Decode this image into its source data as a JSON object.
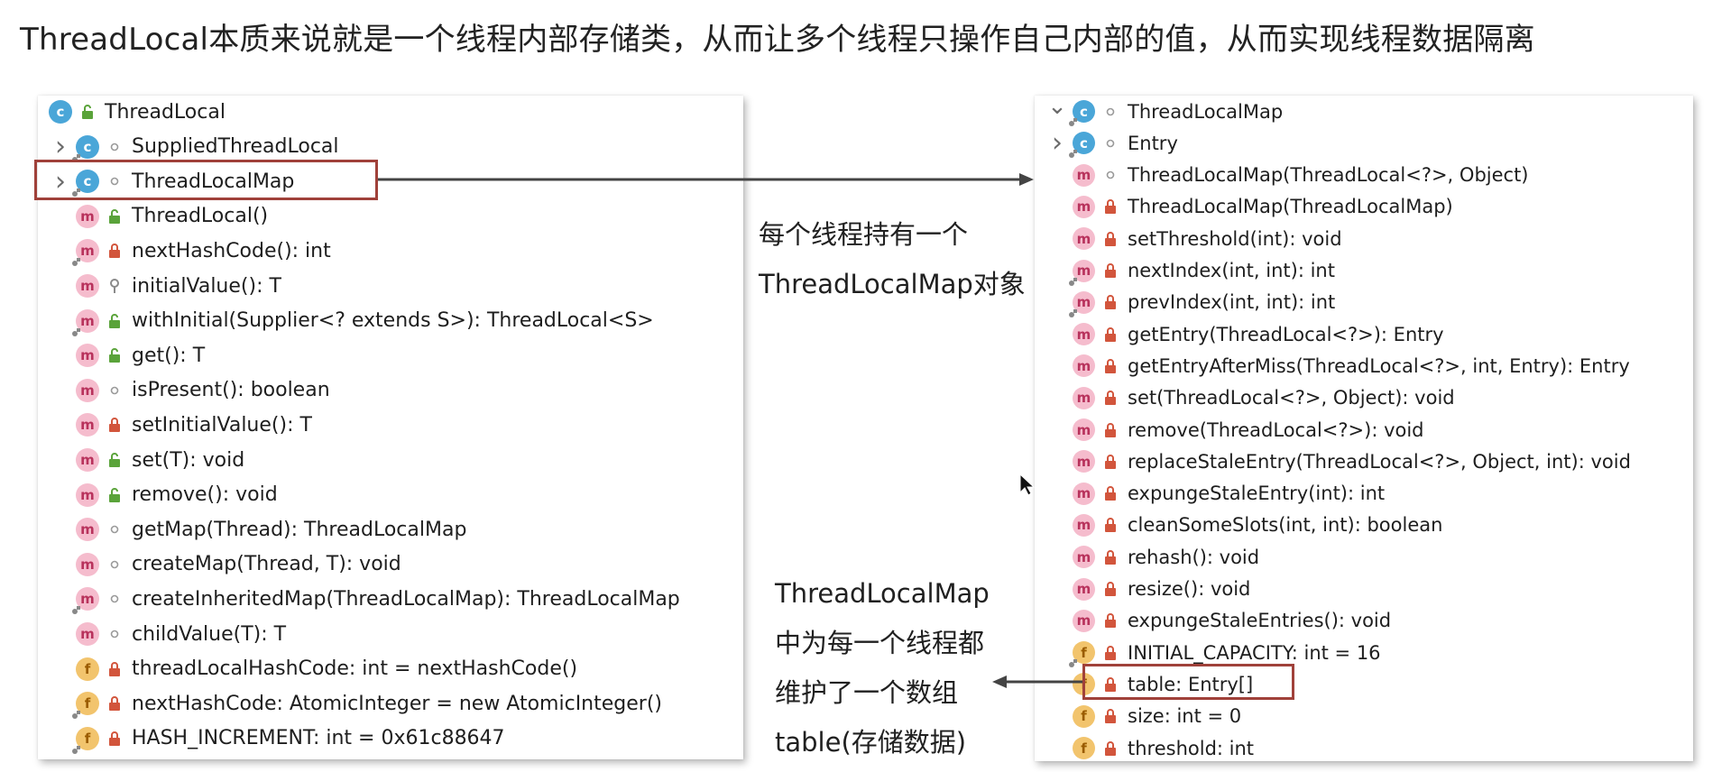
{
  "heading": "ThreadLocal本质来说就是一个线程内部存储类，从而让多个线程只操作自己内部的值，从而实现线程数据隔离",
  "left_tree": [
    {
      "kind": "c",
      "vis": "public",
      "label": "ThreadLocal",
      "chevron": "",
      "indent": 0
    },
    {
      "kind": "c",
      "vis": "package",
      "label": "SuppliedThreadLocal",
      "chevron": "right",
      "indent": 1,
      "overlay": "static"
    },
    {
      "kind": "c",
      "vis": "package",
      "label": "ThreadLocalMap",
      "chevron": "right",
      "indent": 1,
      "overlay": "static"
    },
    {
      "kind": "m",
      "vis": "public",
      "label": "ThreadLocal()",
      "indent": 1
    },
    {
      "kind": "m",
      "vis": "private",
      "label": "nextHashCode(): int",
      "indent": 1,
      "overlay": "static"
    },
    {
      "kind": "m",
      "vis": "protected",
      "label": "initialValue(): T",
      "indent": 1
    },
    {
      "kind": "m",
      "vis": "public",
      "label": "withInitial(Supplier<? extends S>): ThreadLocal<S>",
      "indent": 1,
      "overlay": "static"
    },
    {
      "kind": "m",
      "vis": "public",
      "label": "get(): T",
      "indent": 1
    },
    {
      "kind": "m",
      "vis": "package",
      "label": "isPresent(): boolean",
      "indent": 1
    },
    {
      "kind": "m",
      "vis": "private",
      "label": "setInitialValue(): T",
      "indent": 1
    },
    {
      "kind": "m",
      "vis": "public",
      "label": "set(T): void",
      "indent": 1
    },
    {
      "kind": "m",
      "vis": "public",
      "label": "remove(): void",
      "indent": 1
    },
    {
      "kind": "m",
      "vis": "package",
      "label": "getMap(Thread): ThreadLocalMap",
      "indent": 1
    },
    {
      "kind": "m",
      "vis": "package",
      "label": "createMap(Thread, T): void",
      "indent": 1
    },
    {
      "kind": "m",
      "vis": "package",
      "label": "createInheritedMap(ThreadLocalMap): ThreadLocalMap",
      "indent": 1,
      "overlay": "static"
    },
    {
      "kind": "m",
      "vis": "package",
      "label": "childValue(T): T",
      "indent": 1
    },
    {
      "kind": "f",
      "vis": "private",
      "label": "threadLocalHashCode: int = nextHashCode()",
      "indent": 1
    },
    {
      "kind": "f",
      "vis": "private",
      "label": "nextHashCode: AtomicInteger = new AtomicInteger()",
      "indent": 1,
      "overlay": "static"
    },
    {
      "kind": "f",
      "vis": "private",
      "label": "HASH_INCREMENT: int = 0x61c88647",
      "indent": 1,
      "overlay": "static"
    }
  ],
  "right_tree": [
    {
      "kind": "c",
      "vis": "package",
      "label": "ThreadLocalMap",
      "chevron": "down",
      "indent": 0,
      "overlay": "static"
    },
    {
      "kind": "c",
      "vis": "package",
      "label": "Entry",
      "chevron": "right",
      "indent": 1,
      "overlay": "static"
    },
    {
      "kind": "m",
      "vis": "package",
      "label": "ThreadLocalMap(ThreadLocal<?>, Object)",
      "indent": 1
    },
    {
      "kind": "m",
      "vis": "private",
      "label": "ThreadLocalMap(ThreadLocalMap)",
      "indent": 1
    },
    {
      "kind": "m",
      "vis": "private",
      "label": "setThreshold(int): void",
      "indent": 1
    },
    {
      "kind": "m",
      "vis": "private",
      "label": "nextIndex(int, int): int",
      "indent": 1,
      "overlay": "static"
    },
    {
      "kind": "m",
      "vis": "private",
      "label": "prevIndex(int, int): int",
      "indent": 1,
      "overlay": "static"
    },
    {
      "kind": "m",
      "vis": "private",
      "label": "getEntry(ThreadLocal<?>): Entry",
      "indent": 1
    },
    {
      "kind": "m",
      "vis": "private",
      "label": "getEntryAfterMiss(ThreadLocal<?>, int, Entry): Entry",
      "indent": 1
    },
    {
      "kind": "m",
      "vis": "private",
      "label": "set(ThreadLocal<?>, Object): void",
      "indent": 1
    },
    {
      "kind": "m",
      "vis": "private",
      "label": "remove(ThreadLocal<?>): void",
      "indent": 1
    },
    {
      "kind": "m",
      "vis": "private",
      "label": "replaceStaleEntry(ThreadLocal<?>, Object, int): void",
      "indent": 1
    },
    {
      "kind": "m",
      "vis": "private",
      "label": "expungeStaleEntry(int): int",
      "indent": 1
    },
    {
      "kind": "m",
      "vis": "private",
      "label": "cleanSomeSlots(int, int): boolean",
      "indent": 1
    },
    {
      "kind": "m",
      "vis": "private",
      "label": "rehash(): void",
      "indent": 1
    },
    {
      "kind": "m",
      "vis": "private",
      "label": "resize(): void",
      "indent": 1
    },
    {
      "kind": "m",
      "vis": "private",
      "label": "expungeStaleEntries(): void",
      "indent": 1
    },
    {
      "kind": "f",
      "vis": "private",
      "label": "INITIAL_CAPACITY: int = 16",
      "indent": 1,
      "overlay": "static"
    },
    {
      "kind": "f",
      "vis": "private",
      "label": "table: Entry[]",
      "indent": 1
    },
    {
      "kind": "f",
      "vis": "private",
      "label": "size: int = 0",
      "indent": 1
    },
    {
      "kind": "f",
      "vis": "private",
      "label": "threshold: int",
      "indent": 1
    }
  ],
  "note_map": {
    "line1": "每个线程持有一个",
    "line2": "ThreadLocalMap对象"
  },
  "note_table": {
    "line1": "ThreadLocalMap",
    "line2": "中为每一个线程都",
    "line3": "维护了一个数组",
    "line4": "table(存储数据)"
  },
  "colors": {
    "highlight": "#a0413a",
    "class_icon": "#4aa6d8",
    "method_icon": "#f5bccd",
    "field_icon": "#f2c46d",
    "public_icon": "#5aa33a",
    "private_icon": "#d2553c",
    "arrow": "#444444"
  }
}
